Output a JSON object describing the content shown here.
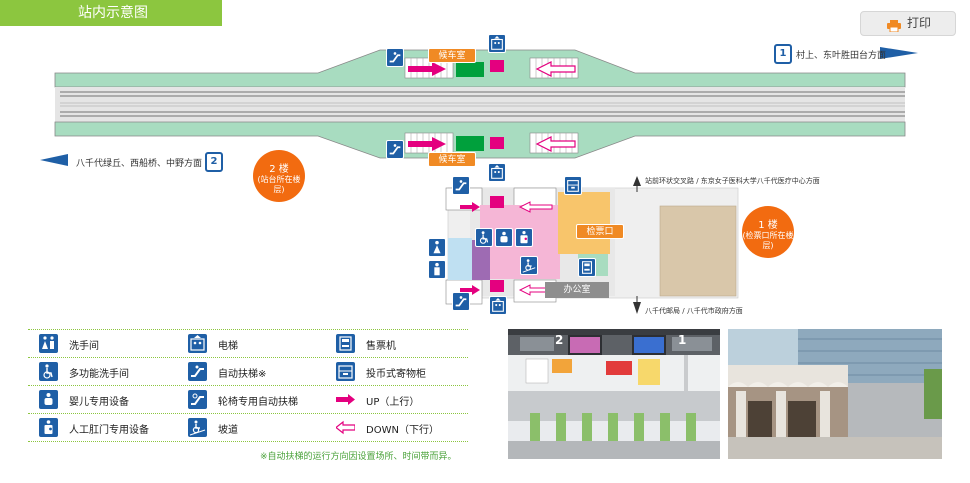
{
  "page": {
    "title": "站内示意图",
    "print_label": "打印"
  },
  "map": {
    "dir_upper": "村上、东叶胜田台方面",
    "dir_upper_num": "1",
    "dir_lower": "八千代绿丘、西船桥、中野方面",
    "dir_lower_num": "2",
    "waiting_room": "候车室",
    "floor2_main": "2 楼",
    "floor2_sub": "(站台所在楼层)",
    "floor1_main": "1 楼",
    "floor1_sub": "(检票口所在楼层)",
    "ticket_gate": "检票口",
    "office": "办公室",
    "north_dir": "站前环状交叉路 / 东京女子医科大学八千代医疗中心方面",
    "south_dir": "八千代邮局 / 八千代市政府方面"
  },
  "legend": {
    "items": [
      {
        "label": "洗手间",
        "icon": "restroom-icon"
      },
      {
        "label": "电梯",
        "icon": "elevator-icon"
      },
      {
        "label": "售票机",
        "icon": "ticket-machine-icon"
      },
      {
        "label": "多功能洗手间",
        "icon": "wheelchair-restroom-icon"
      },
      {
        "label": "自动扶梯※",
        "icon": "escalator-icon"
      },
      {
        "label": "投币式寄物柜",
        "icon": "coin-locker-icon"
      },
      {
        "label": "婴儿专用设备",
        "icon": "baby-icon"
      },
      {
        "label": "轮椅专用自动扶梯",
        "icon": "wheelchair-escalator-icon"
      },
      {
        "label": "UP（上行）",
        "icon": "up-arrow-icon"
      },
      {
        "label": "人工肛门专用设备",
        "icon": "ostomate-icon"
      },
      {
        "label": "坡道",
        "icon": "slope-icon"
      },
      {
        "label": "DOWN（下行）",
        "icon": "down-arrow-icon"
      }
    ],
    "note": "※自动扶梯的运行方向因设置场所、时间带而异。"
  },
  "photo_platform": {
    "sign_left": "2",
    "sign_right": "1"
  },
  "colors": {
    "green_tab": "#8cc63f",
    "platform": "#a8dcc0",
    "blue": "#1f5fa6",
    "orange": "#f26b10",
    "pink": "#e4007f",
    "concourse": "#f8c56b",
    "stair_pink": "#f5b6d6"
  }
}
